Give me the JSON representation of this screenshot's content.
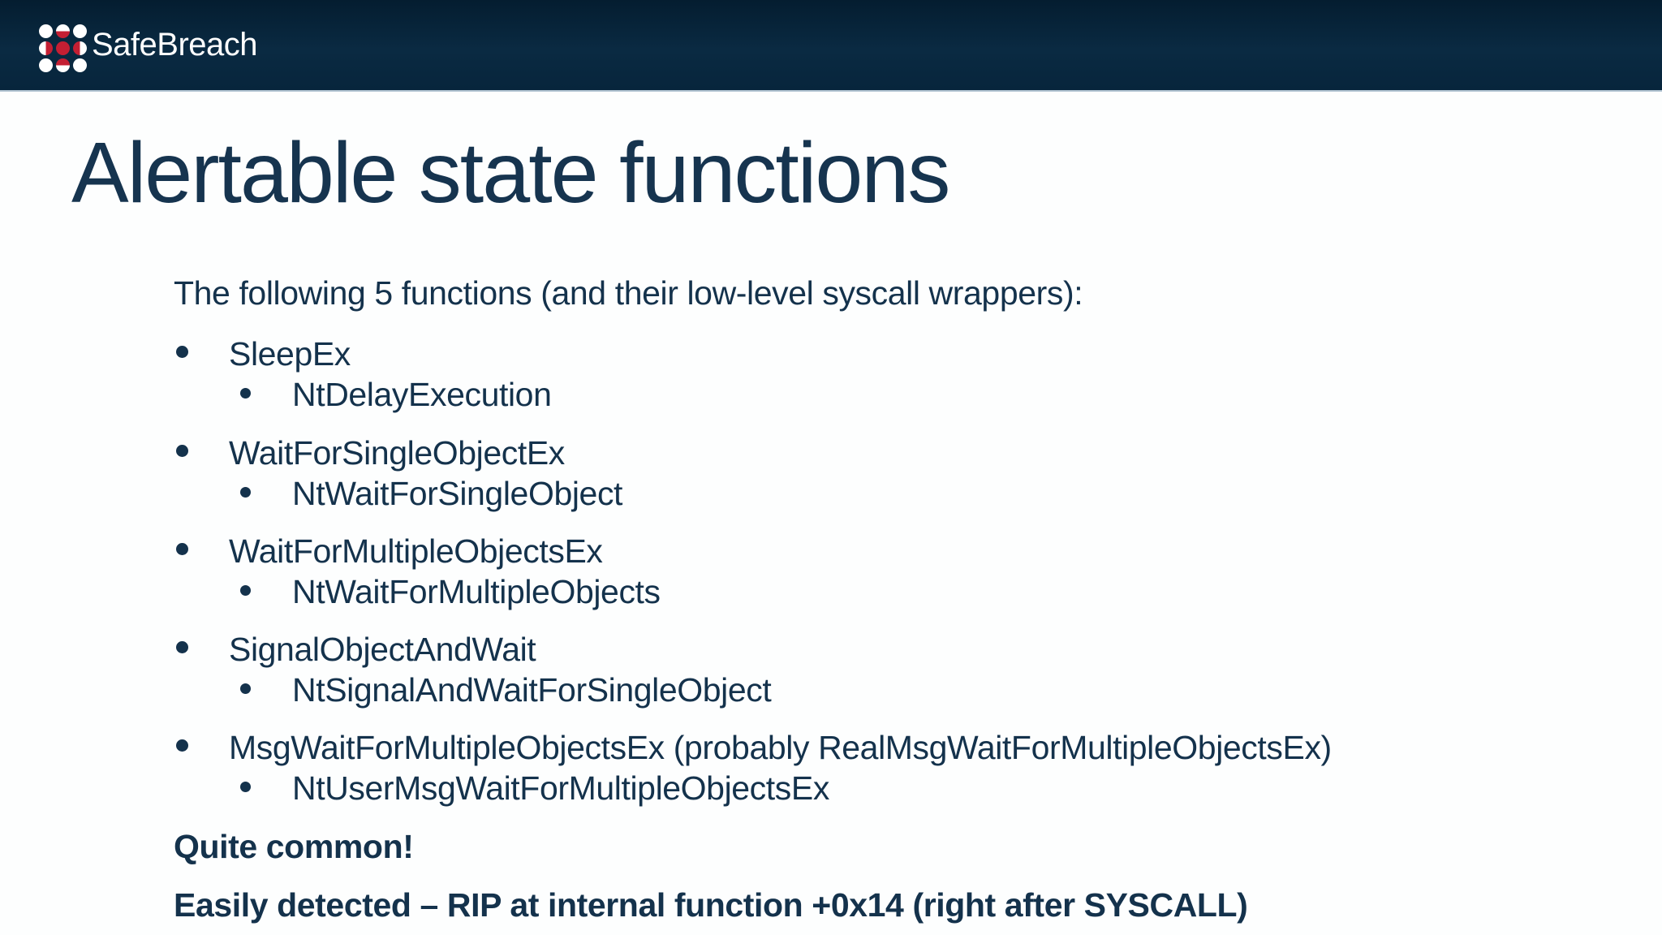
{
  "header": {
    "brand": "SafeBreach"
  },
  "colors": {
    "header_bg": "#07253C",
    "text": "#14324C",
    "title": "#16344F",
    "logo_red": "#C41F33",
    "logo_white": "#FFFFFF",
    "background": "#FFFFFF"
  },
  "slide": {
    "title": "Alertable state functions",
    "intro": "The following 5 functions (and their low-level syscall wrappers):",
    "bullets": [
      {
        "function": "SleepEx",
        "syscall": "NtDelayExecution"
      },
      {
        "function": "WaitForSingleObjectEx",
        "syscall": "NtWaitForSingleObject"
      },
      {
        "function": "WaitForMultipleObjectsEx",
        "syscall": "NtWaitForMultipleObjects"
      },
      {
        "function": "SignalObjectAndWait",
        "syscall": "NtSignalAndWaitForSingleObject"
      },
      {
        "function": "MsgWaitForMultipleObjectsEx (probably RealMsgWaitForMultipleObjectsEx)",
        "syscall": "NtUserMsgWaitForMultipleObjectsEx"
      }
    ],
    "emphasis": [
      "Quite common!",
      "Easily detected – RIP at internal function +0x14 (right after SYSCALL)"
    ]
  }
}
